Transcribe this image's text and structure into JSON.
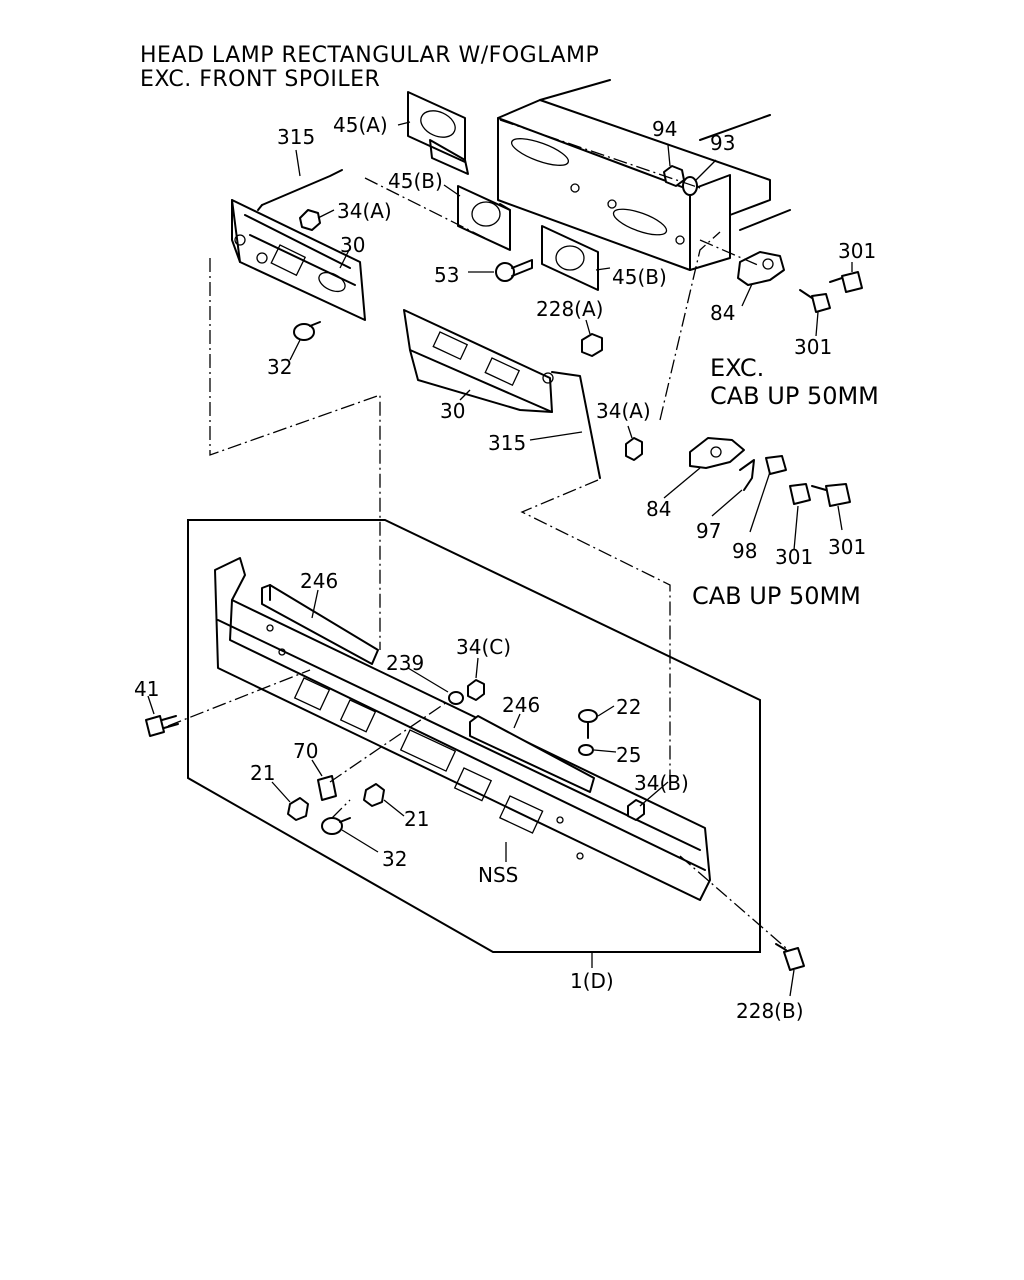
{
  "header": {
    "line1": "HEAD LAMP RECTANGULAR W/FOGLAMP",
    "line2": "EXC. FRONT SPOILER"
  },
  "notes": {
    "exc_line1": "EXC.",
    "exc_line2": "CAB UP 50MM",
    "cab_up": "CAB UP 50MM"
  },
  "labels": {
    "p315_top": "315",
    "p45a": "45(A)",
    "p45b_left": "45(B)",
    "p34a_top": "34(A)",
    "p30_top": "30",
    "p32_top": "32",
    "p53": "53",
    "p45b_right": "45(B)",
    "p94": "94",
    "p93": "93",
    "p301_a": "301",
    "p84_top": "84",
    "p301_b": "301",
    "p228a": "228(A)",
    "p30_mid": "30",
    "p34a_mid": "34(A)",
    "p315_mid": "315",
    "p84_bot": "84",
    "p97": "97",
    "p98": "98",
    "p301_c": "301",
    "p301_d": "301",
    "p246_left": "246",
    "p239": "239",
    "p34c": "34(C)",
    "p41": "41",
    "p246_right": "246",
    "p22": "22",
    "p25": "25",
    "p70": "70",
    "p21_left": "21",
    "p34b": "34(B)",
    "p21_right": "21",
    "p32_bot": "32",
    "nss": "NSS",
    "p1d": "1(D)",
    "p228b": "228(B)"
  }
}
